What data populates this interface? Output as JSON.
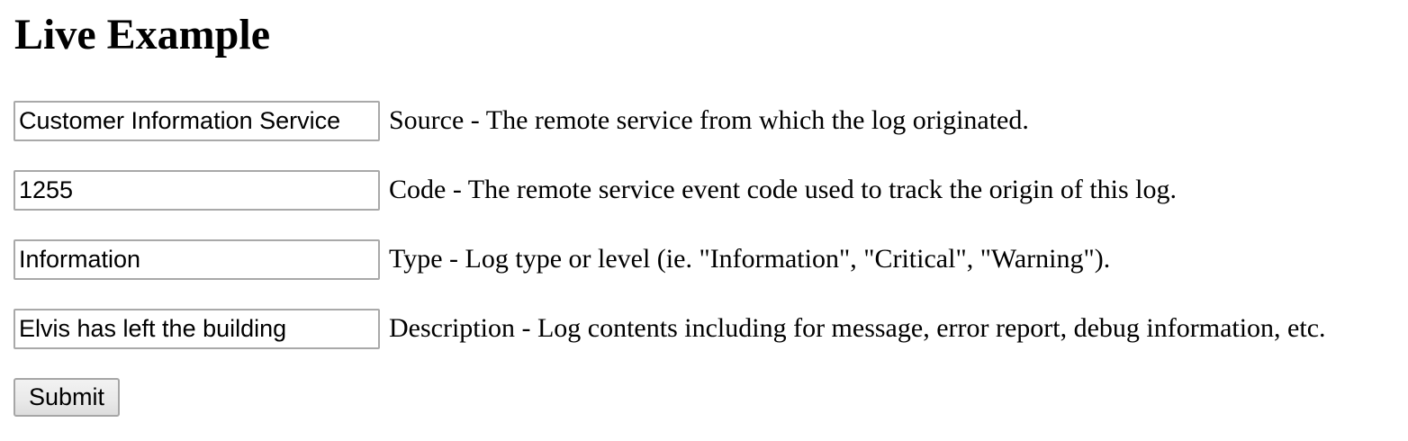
{
  "page": {
    "title": "Live Example"
  },
  "form": {
    "fields": [
      {
        "name": "source",
        "value": "Customer Information Service",
        "label": "Source - The remote service from which the log originated."
      },
      {
        "name": "code",
        "value": "1255",
        "label": "Code - The remote service event code used to track the origin of this log."
      },
      {
        "name": "type",
        "value": "Information",
        "label": "Type - Log type or level (ie. \"Information\", \"Critical\", \"Warning\")."
      },
      {
        "name": "description",
        "value": "Elvis has left the building",
        "label": "Description - Log contents including for message, error report, debug information, etc."
      }
    ],
    "submit_label": "Submit"
  },
  "colors": {
    "background": "#ffffff",
    "text": "#000000",
    "input_border": "#a9a9a9",
    "button_border": "#a6a6a6",
    "button_bg_top": "#f2f2f2",
    "button_bg_bottom": "#dddddd"
  }
}
